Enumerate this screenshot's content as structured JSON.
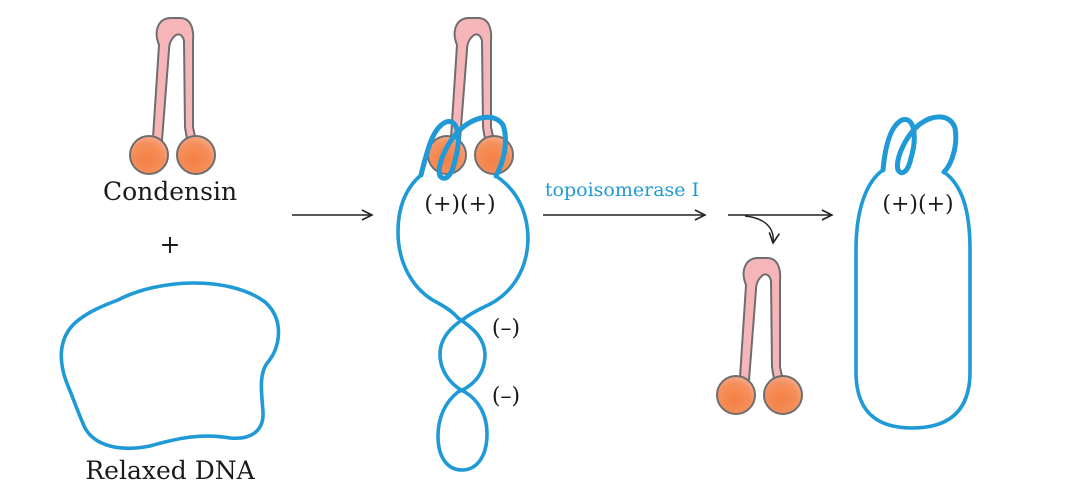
{
  "labels": {
    "condensin": "Condensin",
    "plus": "+",
    "relaxed_dna": "Relaxed DNA",
    "positive_supercoils_middle": "(+)(+)",
    "negative_supercoil_upper": "(–)",
    "negative_supercoil_lower": "(–)",
    "enzyme": "topoisomerase I",
    "positive_supercoils_right": "(+)(+)"
  },
  "colors": {
    "dna": "#1f9ad6",
    "condensin_arm": "#f6b5b8",
    "condensin_head": "#f48a52",
    "outline": "#6e6e6e",
    "enzyme_label": "#1f9ad6",
    "text": "#1a1a1a"
  }
}
